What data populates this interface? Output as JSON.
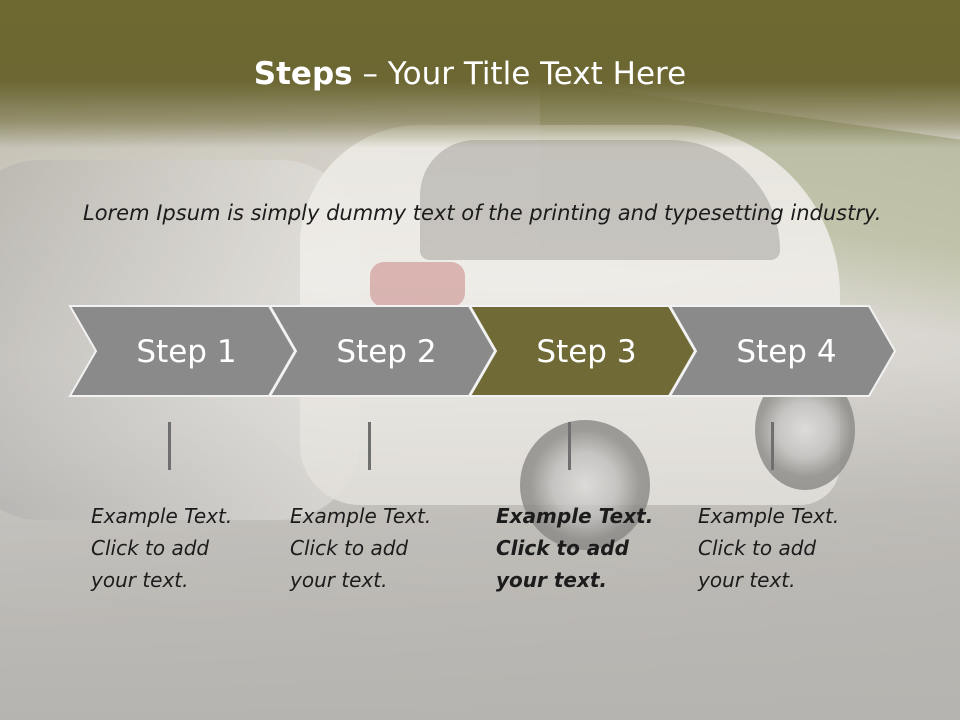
{
  "slide": {
    "title_strong": "Steps",
    "title_rest": " – Your Title Text Here",
    "intro": "Lorem Ipsum is simply dummy text of the printing and typesetting industry."
  },
  "steps": [
    {
      "label": "Step 1",
      "highlighted": false,
      "note": [
        "Example Text.",
        "Click  to add",
        "your text."
      ]
    },
    {
      "label": "Step 2",
      "highlighted": false,
      "note": [
        "Example Text.",
        "Click  to add",
        "your text."
      ]
    },
    {
      "label": "Step 3",
      "highlighted": true,
      "note": [
        "Example Text.",
        "Click  to add",
        "your text."
      ]
    },
    {
      "label": "Step 4",
      "highlighted": false,
      "note": [
        "Example Text.",
        "Click  to add",
        "your text."
      ]
    }
  ],
  "colors": {
    "header": "#6e6930",
    "step_default": "#8a8a8a",
    "step_highlight": "#6f6a36",
    "step_border": "#f2f2f2"
  }
}
